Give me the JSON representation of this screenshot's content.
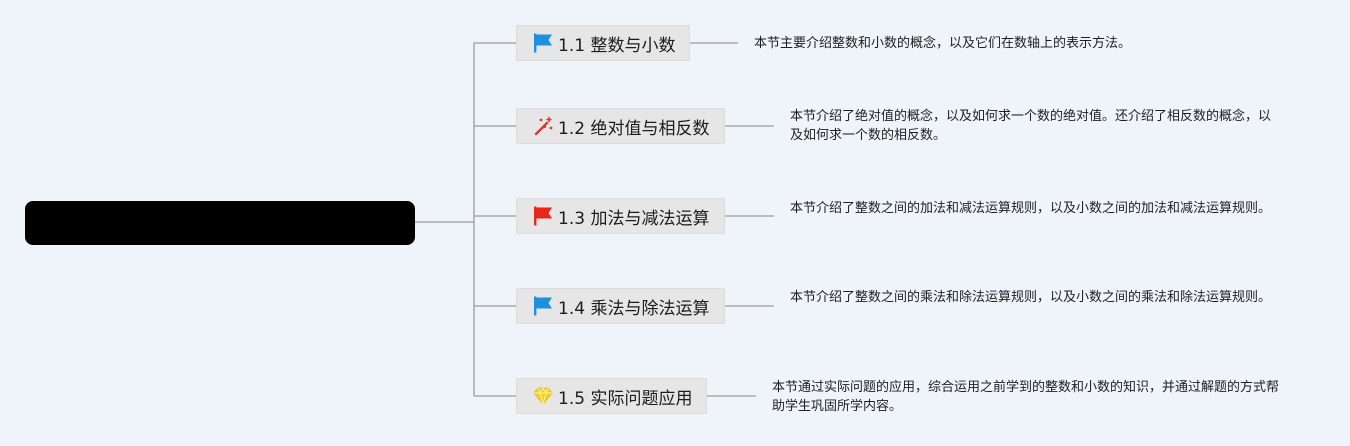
{
  "root": {
    "title": ""
  },
  "topics": [
    {
      "label": "1.1 整数与小数",
      "icon": "blue-flag-icon",
      "note": "本节主要介绍整数和小数的概念，以及它们在数轴上的表示方法。"
    },
    {
      "label": "1.2 绝对值与相反数",
      "icon": "magic-wand-icon",
      "note": "本节介绍了绝对值的概念，以及如何求一个数的绝对值。还介绍了相反数的概念，以及如何求一个数的相反数。"
    },
    {
      "label": "1.3 加法与减法运算",
      "icon": "red-flag-icon",
      "note": "本节介绍了整数之间的加法和减法运算规则，以及小数之间的加法和减法运算规则。"
    },
    {
      "label": "1.4 乘法与除法运算",
      "icon": "blue-flag-icon",
      "note": "本节介绍了整数之间的乘法和除法运算规则，以及小数之间的乘法和除法运算规则。"
    },
    {
      "label": "1.5 实际问题应用",
      "icon": "gem-icon",
      "note": "本节通过实际问题的应用，综合运用之前学到的整数和小数的知识，并通过解题的方式帮助学生巩固所学内容。"
    }
  ],
  "colors": {
    "background": "#eef4fa",
    "root": "#000000",
    "topic_fill": "#e6e6e6",
    "line": "#9a9a9a",
    "blue_flag": "#1e90e0",
    "red_flag": "#e8261c",
    "wand": "#d83a2c",
    "gem": "#f2d21e"
  }
}
